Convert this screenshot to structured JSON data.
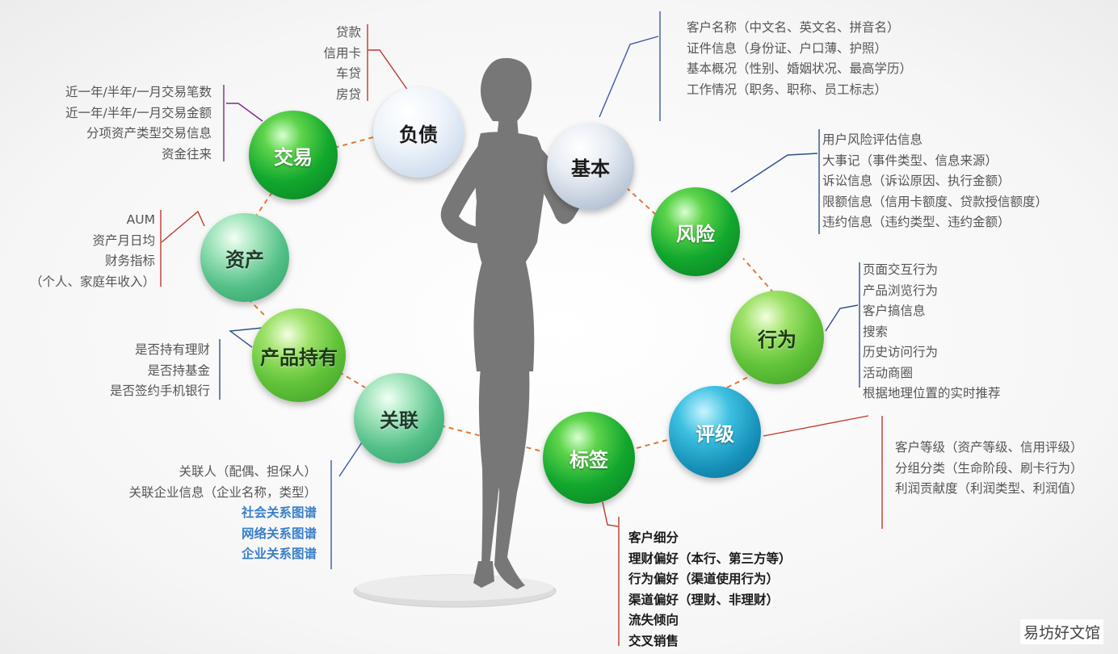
{
  "nodes": {
    "basic": "基本",
    "risk": "风险",
    "behavior": "行为",
    "rating": "评级",
    "tags": "标签",
    "relation": "关联",
    "product_holding": "产品持有",
    "assets": "资产",
    "transaction": "交易",
    "liability": "负债"
  },
  "lists": {
    "basic": [
      "客户名称（中文名、英文名、拼音名）",
      "证件信息（身份证、户口薄、护照）",
      "基本概况（性别、婚姻状况、最高学历）",
      "工作情况（职务、职称、员工标志）"
    ],
    "risk": [
      "用户风险评估信息",
      "大事记（事件类型、信息来源）",
      "诉讼信息（诉讼原因、执行金额）",
      "限额信息（信用卡额度、贷款授信额度）",
      "违约信息（违约类型、违约金额）"
    ],
    "behavior": [
      "页面交互行为",
      "产品浏览行为",
      "客户搞信息",
      "搜索",
      "历史访问行为",
      "活动商圈",
      "根据地理位置的实时推荐"
    ],
    "rating": [
      "客户等级（资产等级、信用评级）",
      "分组分类（生命阶段、刷卡行为）",
      "利润贡献度（利润类型、利润值）"
    ],
    "tags": [
      "客户细分",
      "理财偏好（本行、第三方等）",
      "行为偏好（渠道使用行为）",
      "渠道偏好（理财、非理财）",
      "流失倾向",
      "交叉销售"
    ],
    "relation": [
      "关联人（配偶、担保人）",
      "关联企业信息（企业名称，类型）",
      "社会关系图谱",
      "网络关系图谱",
      "企业关系图谱"
    ],
    "product_holding": [
      "是否持有理财",
      "是否持基金",
      "是否签约手机银行"
    ],
    "assets": [
      "AUM",
      "资产月日均",
      "财务指标",
      "（个人、家庭年收入）"
    ],
    "transaction": [
      "近一年/半年/一月交易笔数",
      "近一年/半年/一月交易金额",
      "分项资产类型交易信息",
      "资金往来"
    ],
    "liability": [
      "贷款",
      "信用卡",
      "车贷",
      "房贷"
    ]
  },
  "watermark": "易坊好文馆",
  "colors": {
    "connector": "#e0783a",
    "leader_red": "#c0392b",
    "leader_blue": "#2b4f8c",
    "leader_purple": "#7a2a8a",
    "highlight_blue": "#3a7fc8",
    "silhouette": "#757575"
  }
}
